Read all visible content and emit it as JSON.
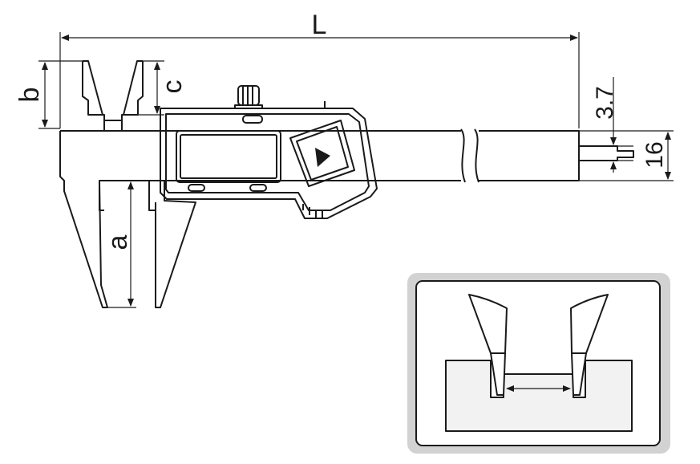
{
  "dimensions": {
    "overall_length": "L",
    "outside_jaw_depth": "a",
    "inside_jaw_length": "b",
    "inside_jaw_offset": "c",
    "depth_rod_width": "3.7",
    "beam_width": "16"
  },
  "display": {
    "button_icon": "triangle-right-icon"
  },
  "colors": {
    "stroke": "#1a1a1a",
    "body_fill": "#ffffff",
    "inset_frame": "#d2d2d2",
    "inset_block": "#f2f2f2"
  }
}
